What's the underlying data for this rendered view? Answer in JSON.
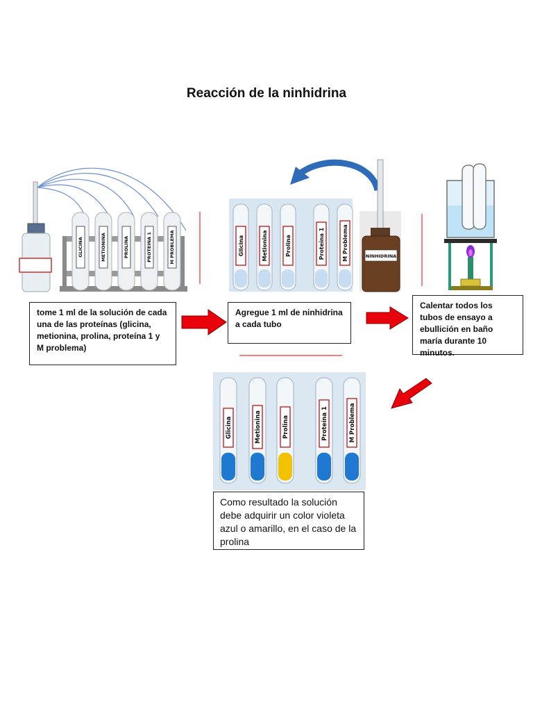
{
  "title": "Reacción de la ninhidrina",
  "steps": [
    {
      "text": "tome 1 ml de la solución de cada una de las proteínas (glicina, metionina, prolina, proteína 1 y M problema)"
    },
    {
      "text": "Agregue 1 ml de ninhidrina a cada tubo"
    },
    {
      "text": "Calentar todos los tubos de ensayo a ebullición en baño maría durante 10 minutos."
    },
    {
      "text": "Como resultado la solución debe adquirir un color violeta azul o amarillo, en el caso de la prolina"
    }
  ],
  "rack_labels": [
    "GLICINA",
    "METIONINA",
    "PROLINA",
    "PROTEINA 1",
    "M PROBLEMA"
  ],
  "tube_labels": [
    "Glicina",
    "Metionina",
    "Prolina",
    "Proteína 1",
    "M Problema"
  ],
  "reagent_label": "NINHIDRINA",
  "colors": {
    "arrow_red": "#e8000a",
    "curve_blue": "#2e6bb8",
    "result_blue": "#1f78d1",
    "result_yellow": "#f2c200"
  }
}
